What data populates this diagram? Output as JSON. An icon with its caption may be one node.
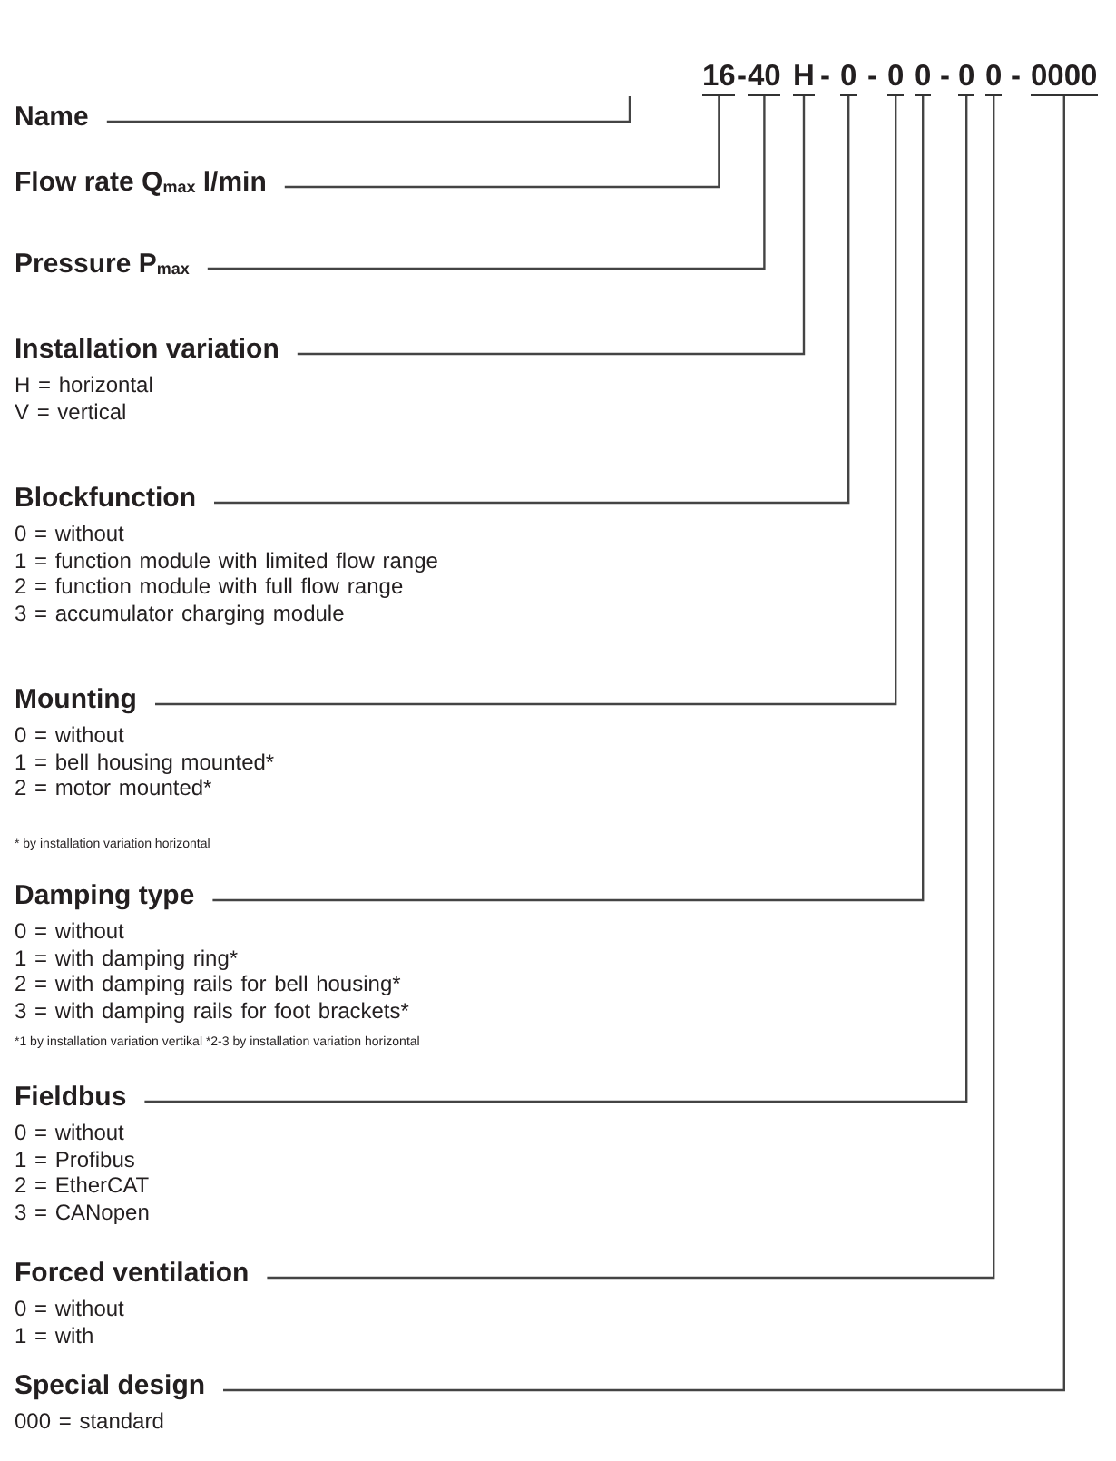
{
  "diagram": {
    "nodes": [
      {
        "text": [
          "16"
        ]
      },
      {
        "text": [
          "40"
        ]
      },
      {
        "text": [
          "H"
        ]
      },
      {
        "text": [
          "0"
        ]
      },
      {
        "text": [
          "0"
        ]
      },
      {
        "text": [
          "0"
        ]
      },
      {
        "text": [
          "0"
        ]
      },
      {
        "text": [
          "0"
        ]
      },
      {
        "text": [
          "0000"
        ]
      },
      {
        "text": [
          "Name"
        ]
      },
      {
        "text": [
          "Flow rate Q$_{max}$ l/min"
        ]
      },
      {
        "text": [
          "Pressure P$_{max}$"
        ]
      },
      {
        "text": [
          "Installation variation"
        ],
        "beside": [
          "H = horizontal",
          "V = vertical"
        ]
      },
      {
        "text": [
          "Blockfunction"
        ],
        "beside": [
          "0 = without",
          "1 = function module with limited flow range",
          "2 = function module with full flow range",
          "3 = accumulator charging module"
        ]
      },
      {
        "text": [
          "Mounting"
        ],
        "beside": [
          "0 = without",
          "1 = bell housing mounted*",
          "2 = motor mounted*",
          "* by installation variation horizontal"
        ]
      },
      {
        "text": [
          "Damping type"
        ],
        "beside": [
          "0 = without",
          "1 = with damping ring*",
          "2 = with damping rails for bell housing*",
          "3 = with damping rails for foot brackets*",
          "*1 by installation variation vertikal *2-3 by installation variation horizontal"
        ]
      },
      {
        "text": [
          "Fieldbus"
        ],
        "beside": [
          "0 = without",
          "1 = Profibus",
          "2 = EtherCAT",
          "3 = CANopen"
        ]
      },
      {
        "text": [
          "Forced ventilation"
        ],
        "beside": [
          "0 = without",
          "1 = with"
        ]
      },
      {
        "text": [
          "Special design"
        ],
        "beside": [
          "000 = standard"
        ]
      }
    ],
    "edges": [
      {
        "from": 9,
        "to": null,
        "arrow": "none"
      },
      {
        "from": 10,
        "to": 0,
        "arrow": "none"
      },
      {
        "from": 11,
        "to": 1,
        "arrow": "none"
      },
      {
        "from": 12,
        "to": 2,
        "arrow": "none"
      },
      {
        "from": 13,
        "to": 3,
        "arrow": "none"
      },
      {
        "from": 14,
        "to": 4,
        "arrow": "none"
      },
      {
        "from": 15,
        "to": 5,
        "arrow": "none"
      },
      {
        "from": 16,
        "to": 6,
        "arrow": "none"
      },
      {
        "from": 17,
        "to": 7,
        "arrow": "none"
      },
      {
        "from": 18,
        "to": 8,
        "arrow": "none"
      }
    ],
    "labels": [
      "-",
      "-",
      "-",
      "-",
      "-"
    ]
  }
}
